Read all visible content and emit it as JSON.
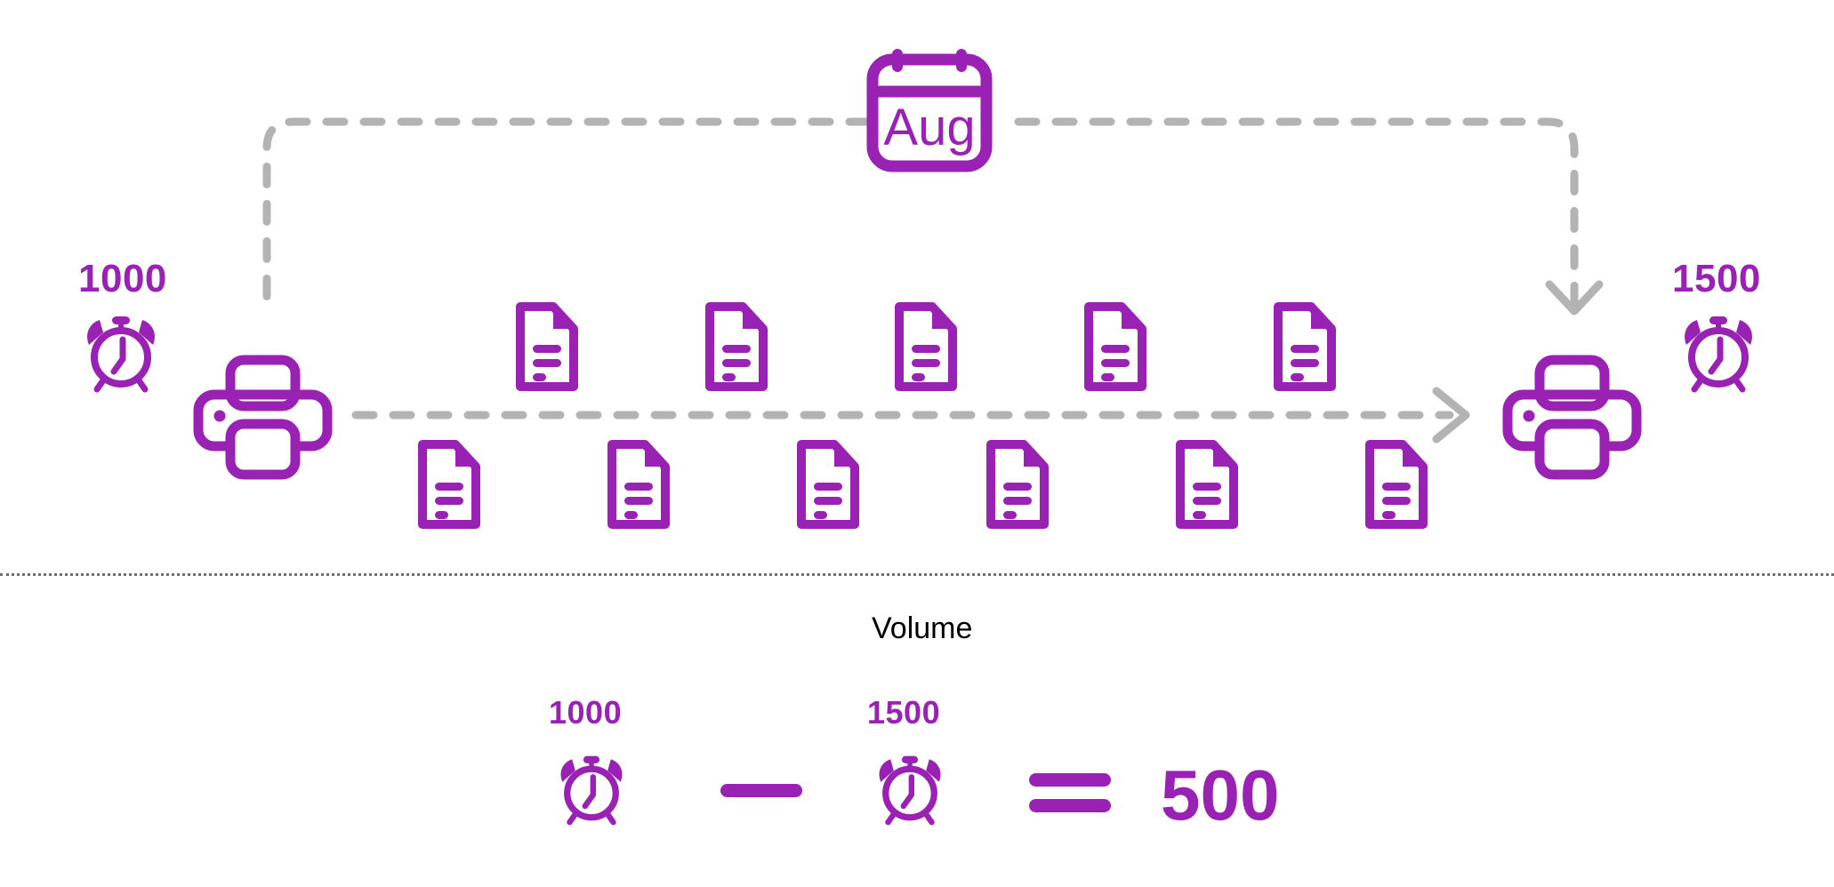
{
  "theme": {
    "accent": "#9922b4",
    "dash_gray": "#b3b3b3",
    "separator": "#6f6f6f",
    "text_black": "#000000",
    "background": "#ffffff"
  },
  "diagram": {
    "title_month": "Aug",
    "start": {
      "counter_value": "1000",
      "clock_icon": "alarm-clock-icon",
      "device_icon": "printer-icon"
    },
    "end": {
      "counter_value": "1500",
      "clock_icon": "alarm-clock-icon",
      "device_icon": "printer-icon"
    },
    "documents": {
      "top_row_count": 5,
      "bottom_row_count": 6,
      "icon": "document-icon"
    },
    "flow": {
      "calendar_icon": "calendar-icon",
      "left_connector": "dashed-line",
      "right_connector": "dashed-arrow-down",
      "main_arrow": "dashed-arrow-right"
    }
  },
  "summary": {
    "caption": "Volume",
    "equation": {
      "left_value": "1000",
      "left_icon": "alarm-clock-icon",
      "operator_minus": "minus-sign",
      "right_value": "1500",
      "right_icon": "alarm-clock-icon",
      "operator_equals": "equals-sign",
      "result": "500"
    }
  }
}
